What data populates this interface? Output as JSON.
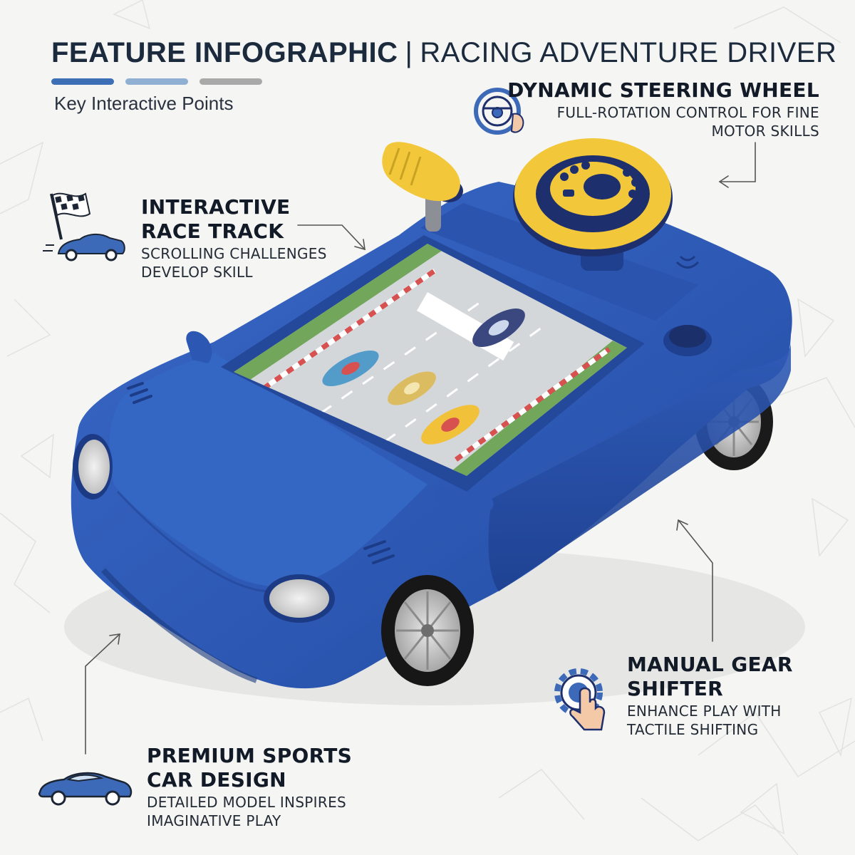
{
  "header": {
    "title_bold": "FEATURE INFOGRAPHIC",
    "separator": "|",
    "title_light": "RACING ADVENTURE DRIVER",
    "subtitle": "Key Interactive Points",
    "bar_colors": [
      "#3d6fb6",
      "#8fb0d2",
      "#a9a9a9"
    ]
  },
  "callouts": {
    "steering": {
      "title": "DYNAMIC STEERING WHEEL",
      "desc_line1": "FULL-ROTATION CONTROL FOR FINE",
      "desc_line2": "MOTOR SKILLS",
      "icon": "steering-wheel-hand-icon"
    },
    "track": {
      "title_line1": "INTERACTIVE",
      "title_line2": "RACE TRACK",
      "desc_line1": "SCROLLING CHALLENGES",
      "desc_line2": "DEVELOP SKILL",
      "icon": "checkered-flag-car-icon"
    },
    "gear": {
      "title_line1": "MANUAL GEAR",
      "title_line2": "SHIFTER",
      "desc_line1": "ENHANCE PLAY WITH",
      "desc_line2": "TACTILE SHIFTING",
      "icon": "gear-finger-icon"
    },
    "premium": {
      "title_line1": "PREMIUM SPORTS",
      "title_line2": "CAR DESIGN",
      "desc_line1": "DETAILED MODEL INSPIRES",
      "desc_line2": "IMAGINATIVE PLAY",
      "icon": "sports-car-icon"
    }
  },
  "colors": {
    "car_blue": "#2f5bb7",
    "car_blue_dark": "#1f3f8f",
    "wheel_yellow": "#f2c83a",
    "navy": "#1e2f6e",
    "icon_blue": "#3c6ab8",
    "text_dark": "#111a26"
  }
}
